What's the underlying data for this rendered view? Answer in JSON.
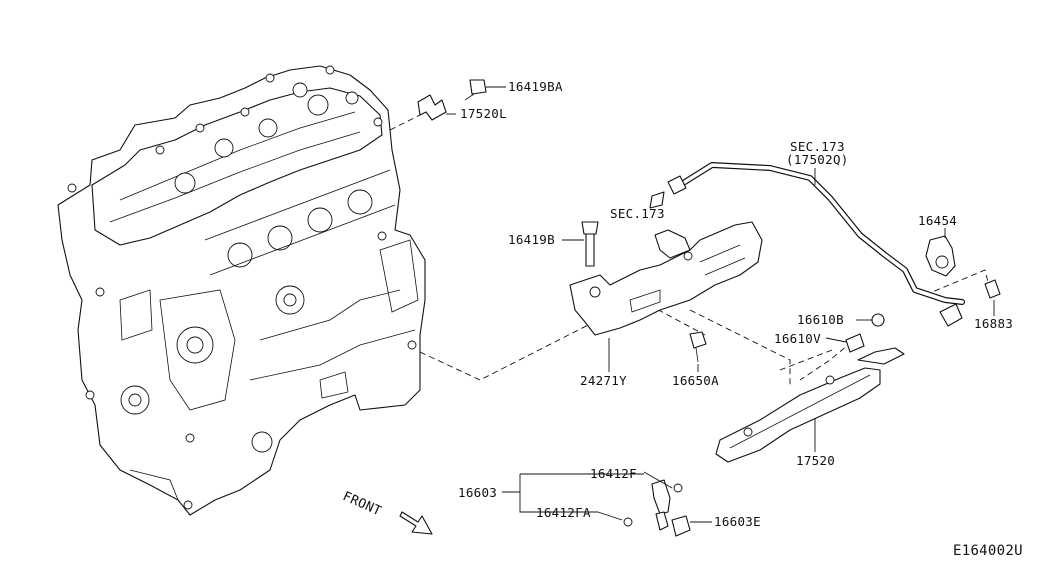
{
  "diagram_id": "E164002U",
  "front_label": "FRONT",
  "callouts": {
    "p16419BA": "16419BA",
    "p17520L": "17520L",
    "sec173_a": "SEC.173",
    "sec173_a_sub": "(17502Q)",
    "sec173_b": "SEC.173",
    "p16454": "16454",
    "p16419B": "16419B",
    "p16610B": "16610B",
    "p16610V": "16610V",
    "p16883": "16883",
    "p24271Y": "24271Y",
    "p16650A": "16650A",
    "p17520": "17520",
    "p16412F": "16412F",
    "p16603": "16603",
    "p16412FA": "16412FA",
    "p16603E": "16603E"
  }
}
